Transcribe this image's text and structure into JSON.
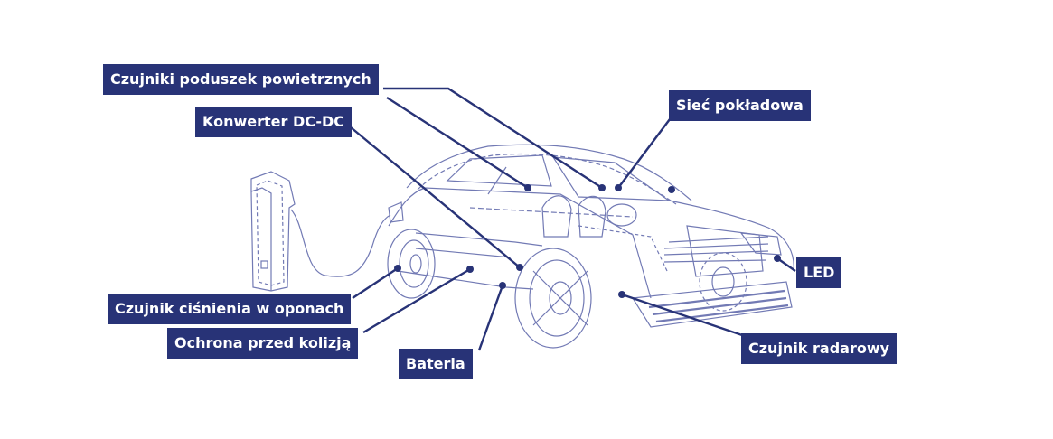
{
  "colors": {
    "label_bg": "#283377",
    "label_text": "#ffffff",
    "line": "#283377",
    "sketch": "#5a63a8"
  },
  "labels": {
    "airbag_sensors": "Czujniki poduszek powietrznych",
    "dc_dc_converter": "Konwerter DC-DC",
    "onboard_network": "Sieć pokładowa",
    "tire_pressure_sensor": "Czujnik ciśnienia w oponach",
    "collision_protection": "Ochrona przed kolizją",
    "battery": "Bateria",
    "led": "LED",
    "radar_sensor": "Czujnik radarowy"
  }
}
